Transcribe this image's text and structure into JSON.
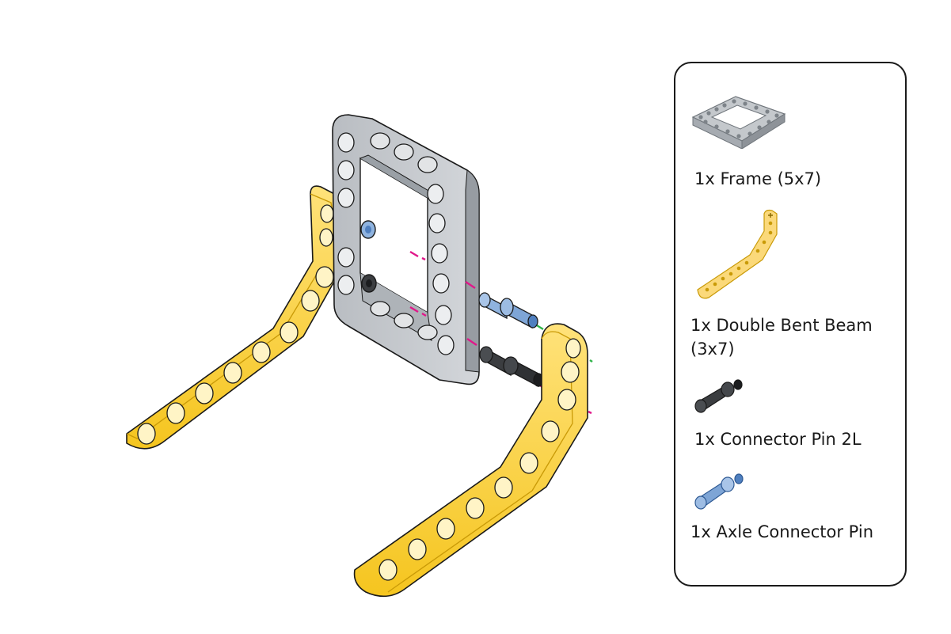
{
  "colors": {
    "frame_light": "#c4c8cc",
    "frame_mid": "#a6abb1",
    "frame_dark": "#7d8389",
    "beam_light": "#ffe27a",
    "beam_mid": "#f5c51f",
    "beam_dark": "#c99a07",
    "pin_blue": "#8fb3df",
    "pin_blue_dark": "#4f7fbf",
    "pin_black": "#3b3d40",
    "pin_black_dark": "#1c1d1f",
    "guide_magenta": "#e0188a",
    "guide_green": "#2fb34a",
    "outline": "#1a1a1a"
  },
  "parts_list": {
    "items": [
      {
        "icon": "frame-5x7-icon",
        "label": "1x Frame (5x7)"
      },
      {
        "icon": "double-bent-beam-icon",
        "label": "1x Double Bent Beam\n(3x7)"
      },
      {
        "icon": "connector-pin-2l-icon",
        "label": "1x Connector Pin 2L"
      },
      {
        "icon": "axle-connector-pin-icon",
        "label": "1x Axle Connector Pin"
      }
    ]
  }
}
